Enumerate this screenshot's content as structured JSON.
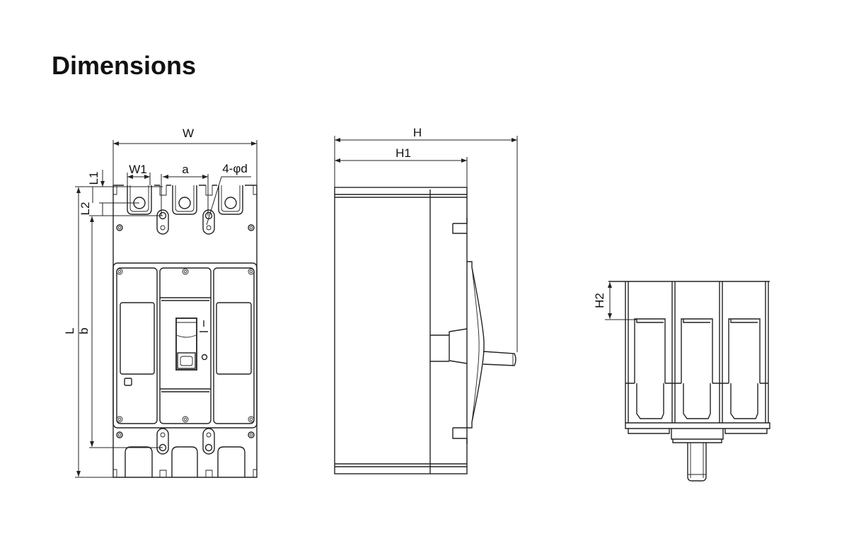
{
  "title": "Dimensions",
  "front_view": {
    "labels": {
      "W": "W",
      "W1": "W1",
      "a": "a",
      "holes": "4-φd",
      "L1": "L1",
      "L2": "L2",
      "L": "L",
      "b": "b"
    }
  },
  "side_view": {
    "labels": {
      "H": "H",
      "H1": "H1"
    }
  },
  "end_view": {
    "labels": {
      "H2": "H2"
    }
  },
  "colors": {
    "line": "#222222",
    "background": "#ffffff"
  }
}
